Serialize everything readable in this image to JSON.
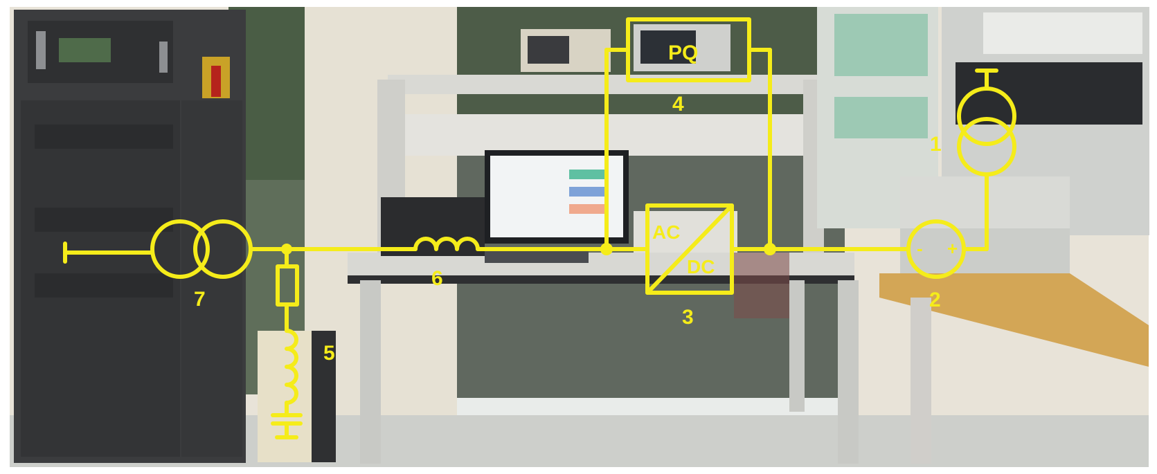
{
  "overlay": {
    "color": "#f5ec1a",
    "block_labels": {
      "pq": "PQ",
      "ac": "AC",
      "dc": "DC",
      "minus": "-",
      "plus": "+"
    },
    "numbers": {
      "transformer_top": "1",
      "dc_source": "2",
      "converter": "3",
      "pq_analyzer": "4",
      "rlc_filter": "5",
      "line_inductor": "6",
      "grid_transformer": "7"
    }
  },
  "scene": {
    "palette": {
      "cabinet": "#3a3b3d",
      "cabinet_dark": "#2a2b2d",
      "wall": "#e6e1d6",
      "window": "#5d6b5c",
      "floor": "#cfd0cc",
      "bench": "#cfcfcb",
      "table_wood": "#d2a451",
      "rack": "#c9cbc7",
      "monitor": "#1d1f22",
      "screen": "#f3f5f6"
    }
  }
}
